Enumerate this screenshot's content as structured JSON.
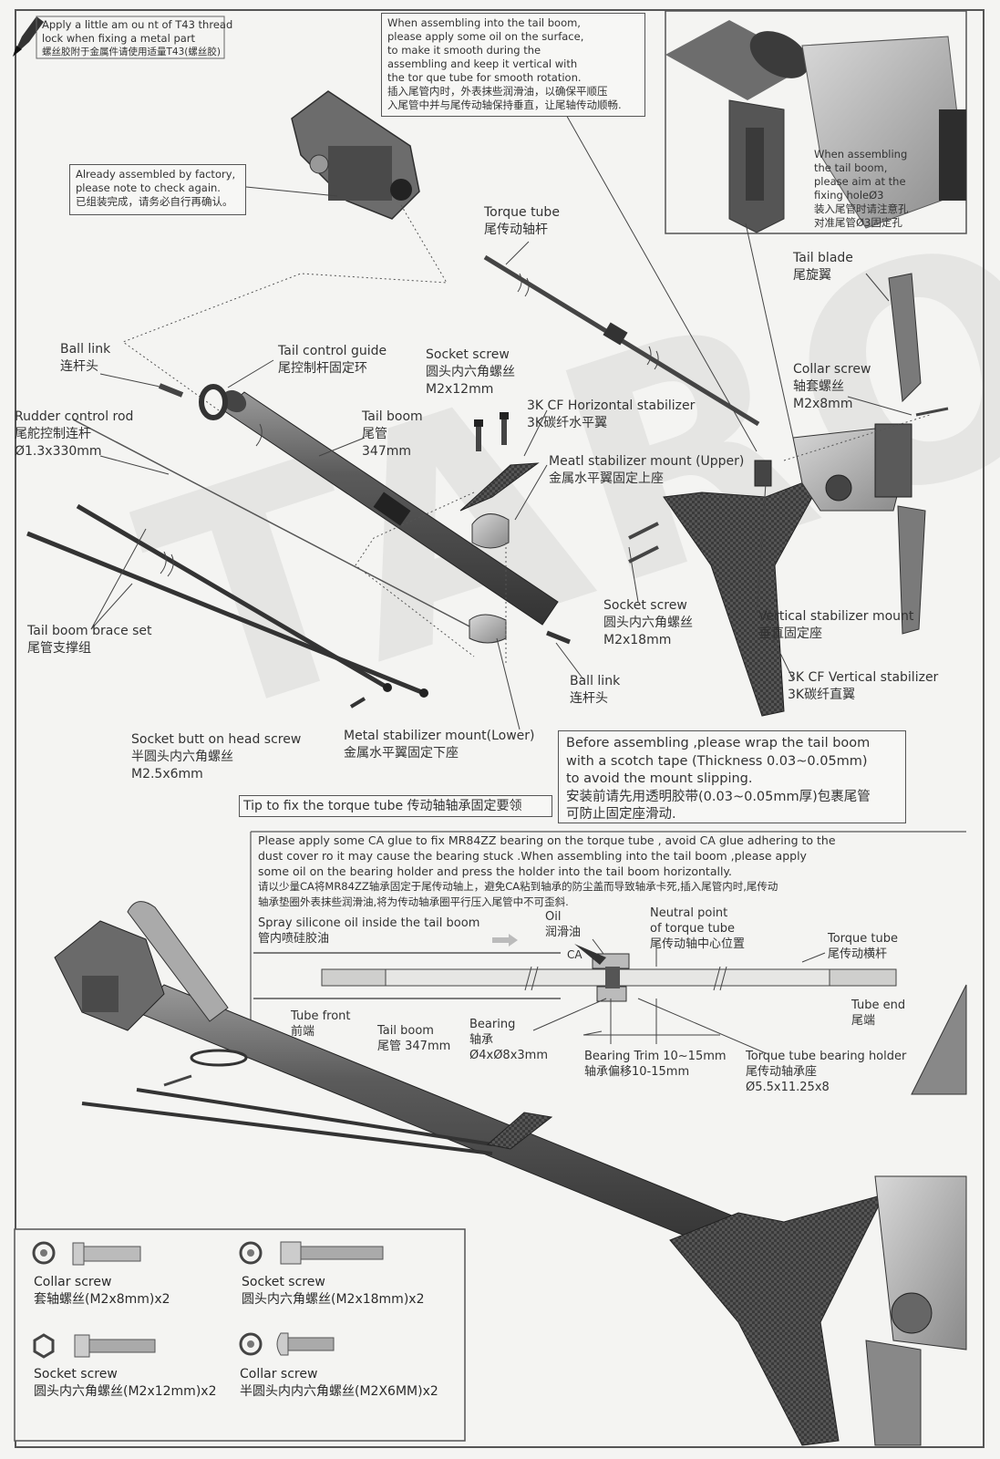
{
  "warning_note": {
    "en_1": "Apply a little am ou nt of T43 thread",
    "en_2": "lock when fixing a metal part",
    "zh": "螺丝胶附于金属件请使用适量T43(螺丝胶)"
  },
  "assembly_note": {
    "en_1": "When assembling into the tail boom,",
    "en_2": "please apply some oil on the surface,",
    "en_3": "to make it smooth during the",
    "en_4": "assembling and keep it vertical with",
    "en_5": "the tor que tube for smooth rotation.",
    "zh_1": "插入尾管内时，外表抹些润滑油，以确保平顺压",
    "zh_2": "入尾管中并与尾传动轴保持垂直，让尾轴传动顺畅."
  },
  "inset_note": {
    "en_1": "When assembling",
    "en_2": "the tail boom,",
    "en_3": "please aim at the",
    "en_4": "fixing holeØ3",
    "zh_1": "装入尾管时请注意孔",
    "zh_2": "对准尾管Ø3固定孔"
  },
  "factory_note": {
    "en_1": "Already assembled by factory,",
    "en_2": "please note to check again.",
    "zh": "已组装完成，请务必自行再确认。"
  },
  "parts": {
    "torque_tube": {
      "en": "Torque tube",
      "zh": "尾传动轴杆"
    },
    "tail_blade": {
      "en": "Tail blade",
      "zh": "尾旋翼"
    },
    "collar_screw": {
      "en": "Collar screw",
      "zh": "轴套螺丝",
      "size": "M2x8mm"
    },
    "ball_link_top": {
      "en": "Ball link",
      "zh": "连杆头"
    },
    "tail_control_guide": {
      "en": "Tail control guide",
      "zh": "尾控制杆固定环"
    },
    "socket_screw_12": {
      "en": "Socket screw",
      "zh": "圆头内六角螺丝",
      "size": "M2x12mm"
    },
    "rudder_rod": {
      "en": "Rudder control rod",
      "zh": "尾舵控制连杆",
      "size": "Ø1.3x330mm"
    },
    "tail_boom": {
      "en": "Tail boom",
      "zh": "尾管",
      "size": "347mm"
    },
    "h_stab": {
      "en": "3K CF Horizontal stabilizer",
      "zh": "3K碳纤水平翼"
    },
    "mount_upper": {
      "en": "Meatl stabilizer mount (Upper)",
      "zh": "金属水平翼固定上座"
    },
    "socket_screw_18": {
      "en": "Socket screw",
      "zh": "圆头内六角螺丝",
      "size": "M2x18mm"
    },
    "v_mount": {
      "en": "Vertical stabilizer mount",
      "zh": "垂直固定座"
    },
    "brace_set": {
      "en": "Tail boom brace set",
      "zh": "尾管支撑组"
    },
    "ball_link_mid": {
      "en": "Ball link",
      "zh": "连杆头"
    },
    "v_stab": {
      "en": "3K CF Vertical stabilizer",
      "zh": "3K碳纤直翼"
    },
    "socket_butt": {
      "en": "Socket butt on head screw",
      "zh": "半圆头内六角螺丝",
      "size": "M2.5x6mm"
    },
    "mount_lower": {
      "en": "Metal stabilizer mount(Lower)",
      "zh": "金属水平翼固定下座"
    }
  },
  "wrap_note": {
    "en_1": "Before assembling ,please wrap the tail boom",
    "en_2": "with a scotch tape (Thickness 0.03~0.05mm)",
    "en_3": "to avoid the mount slipping.",
    "zh_1": "安装前请先用透明胶带(0.03~0.05mm厚)包裹尾管",
    "zh_2": "可防止固定座滑动."
  },
  "tip_title": "Tip to fix the torque tube 传动轴轴承固定要领",
  "glue_note": {
    "en_1": "Please apply some CA glue to fix MR84ZZ bearing on the torque tube , avoid CA glue adhering to the",
    "en_2": "dust cover ro it may cause the bearing stuck .When assembling into the tail boom ,please apply",
    "en_3": "some oil on the bearing holder and press the holder into the tail boom horizontally.",
    "zh_1": "请以少量CA将MR84ZZ轴承固定于尾传动轴上，避免CA粘到轴承的防尘盖而导致轴承卡死,插入尾管内时,尾传动",
    "zh_2": "轴承垫圈外表抹些润滑油,将为传动轴承圈平行压入尾管中不可歪斜."
  },
  "tip_labels": {
    "spray": {
      "en": "Spray silicone oil inside the tail boom",
      "zh": "管内喷硅胶油"
    },
    "oil": {
      "en": "Oil",
      "zh": "润滑油"
    },
    "ca": "CA",
    "neutral": {
      "en_1": "Neutral point",
      "en_2": "of torque tube",
      "zh": "尾传动轴中心位置"
    },
    "torque_tube": {
      "en": "Torque tube",
      "zh": "尾传动横杆"
    },
    "tube_front": {
      "en": "Tube front",
      "zh": "前端"
    },
    "tail_boom": {
      "en": "Tail boom",
      "zh": "尾管 347mm"
    },
    "bearing": {
      "en": "Bearing",
      "zh": "轴承",
      "size": "Ø4xØ8x3mm"
    },
    "trim": {
      "en": "Bearing Trim 10~15mm",
      "zh": "轴承偏移10-15mm"
    },
    "holder": {
      "en": "Torque tube bearing holder",
      "zh": "尾传动轴承座",
      "size": "Ø5.5x11.25x8"
    },
    "tube_end": {
      "en": "Tube end",
      "zh": "尾端"
    }
  },
  "hardware": [
    {
      "en": "Collar screw",
      "zh": "套轴螺丝(M2x8mm)x2"
    },
    {
      "en": "Socket screw",
      "zh": "圆头内六角螺丝(M2x18mm)x2"
    },
    {
      "en": "Socket screw",
      "zh": "圆头内六角螺丝(M2x12mm)x2"
    },
    {
      "en": "Collar screw",
      "zh": "半圆头内内六角螺丝(M2X6MM)x2"
    }
  ],
  "watermark": "TAROT"
}
